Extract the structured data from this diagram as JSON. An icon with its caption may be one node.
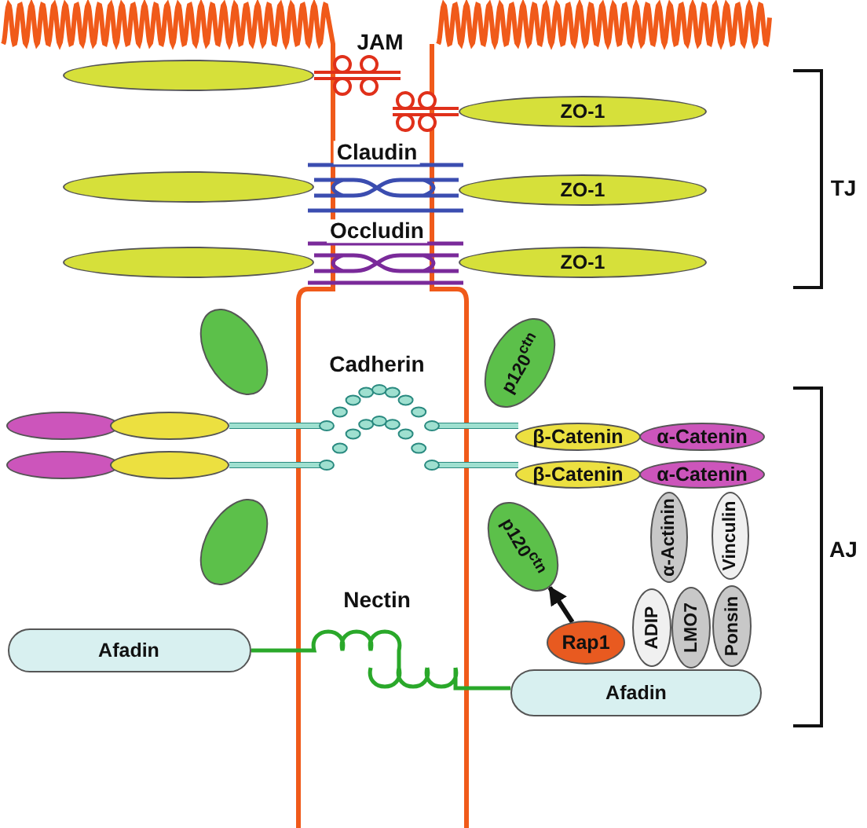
{
  "diagram": {
    "nodes": [
      {
        "text": [],
        "shape": "ellipse"
      },
      {
        "text": [
          "ZO-1"
        ]
      },
      {
        "text": [],
        "shape": "ellipse"
      },
      {
        "text": [
          "ZO-1"
        ]
      },
      {
        "text": [],
        "shape": "ellipse"
      },
      {
        "text": [
          "ZO-1"
        ]
      },
      {
        "text": [],
        "shape": "ellipse"
      },
      {
        "text": [
          "p120$^{ctn}$"
        ]
      },
      {
        "text": [],
        "shape": "ellipse"
      },
      {
        "text": [],
        "shape": "ellipse"
      },
      {
        "text": [
          "β-Catenin"
        ]
      },
      {
        "text": [
          "α-Catenin"
        ]
      },
      {
        "text": [],
        "shape": "ellipse"
      },
      {
        "text": [],
        "shape": "ellipse"
      },
      {
        "text": [
          "β-Catenin"
        ]
      },
      {
        "text": [
          "α-Catenin"
        ]
      },
      {
        "text": [],
        "shape": "ellipse"
      },
      {
        "text": [
          "p120$^{ctn}$"
        ]
      },
      {
        "text": [
          "α-Actinin"
        ]
      },
      {
        "text": [
          "Vinculin"
        ]
      },
      {
        "text": [
          "ADIP"
        ]
      },
      {
        "text": [
          "LMO7"
        ]
      },
      {
        "text": [
          "Ponsin"
        ]
      },
      {
        "text": [
          "Afadin"
        ]
      },
      {
        "text": [
          "Rap1"
        ]
      },
      {
        "text": [
          "Afadin"
        ]
      }
    ],
    "edges": [
      {
        "from": 24,
        "to": 17,
        "arrow": "to"
      }
    ],
    "labels": [
      "JAM",
      "Claudin",
      "TJ",
      "Occludin",
      "Cadherin",
      "AJ",
      "Nectin"
    ]
  }
}
